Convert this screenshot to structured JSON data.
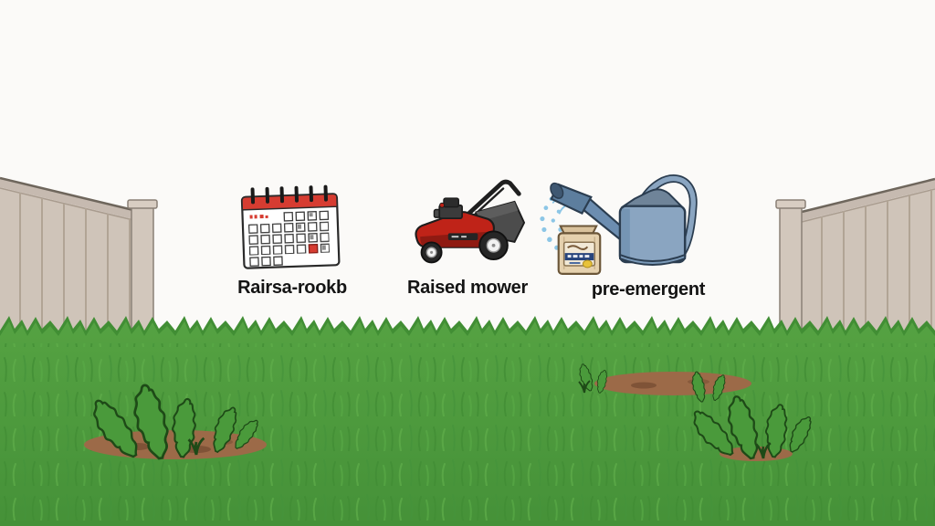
{
  "items": [
    {
      "label": "Rairsa-rookb",
      "icon": "calendar-icon"
    },
    {
      "label": "Raised mower",
      "icon": "lawn-mower-icon"
    },
    {
      "label": "pre-emergent",
      "icon": "watering-can-icon"
    }
  ],
  "colors": {
    "background": "#fbfaf8",
    "grass": "#4f9e3e",
    "grass_stroke_dark": "#3f8c33",
    "grass_stroke_light": "#5fae4a",
    "weed_outline": "#1e4a17",
    "dirt": "#9c6a48",
    "fence": "#cfc4b9",
    "calendar_red": "#d63c31",
    "mower_red": "#bf2318",
    "watering_can_blue": "#8aa5c1",
    "water_drops": "#8cc6e6",
    "fertilizer_bag_tan": "#e5d1ae",
    "label_text": "#141414"
  }
}
